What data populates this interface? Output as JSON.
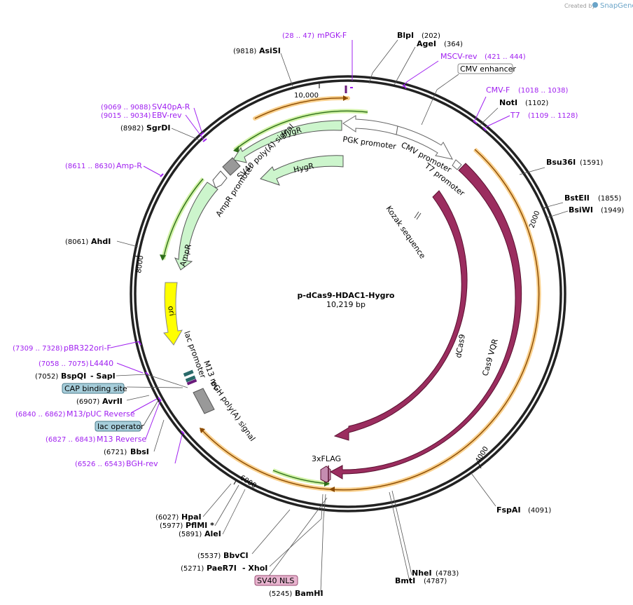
{
  "credit": {
    "prefix": "Created by",
    "brand": "SnapGene"
  },
  "plasmid": {
    "name": "p-dCas9-HDAC1-Hygro",
    "length": "10,219 bp"
  },
  "ticks": [
    "10,000",
    "2000",
    "4000",
    "6000",
    "8000"
  ],
  "sites": [
    {
      "name": "BlpI",
      "pos": "(202)"
    },
    {
      "name": "AgeI",
      "pos": "(364)"
    },
    {
      "name": "NotI",
      "pos": "(1102)"
    },
    {
      "name": "Bsu36I",
      "pos": "(1591)"
    },
    {
      "name": "BstEII",
      "pos": "(1855)"
    },
    {
      "name": "BsiWI",
      "pos": "(1949)"
    },
    {
      "name": "FspAI",
      "pos": "(4091)"
    },
    {
      "name": "NheI",
      "pos": "(4783)"
    },
    {
      "name": "BmtI",
      "pos": "(4787)"
    },
    {
      "name": "BamHI",
      "pos": "(5245)"
    },
    {
      "name": "PaeR7I",
      "pos": "(5271)",
      "extra": "- XhoI"
    },
    {
      "name": "BbvCI",
      "pos": "(5537)"
    },
    {
      "name": "AleI",
      "pos": "(5891)"
    },
    {
      "name": "PflMI *",
      "pos": "(5977)"
    },
    {
      "name": "HpaI",
      "pos": "(6027)"
    },
    {
      "name": "BbsI",
      "pos": "(6721)"
    },
    {
      "name": "AvrII",
      "pos": "(6907)"
    },
    {
      "name": "BspQI",
      "pos": "(7052)",
      "extra": "- SapI"
    },
    {
      "name": "AhdI",
      "pos": "(8061)"
    },
    {
      "name": "SgrDI",
      "pos": "(8982)"
    },
    {
      "name": "AsiSI",
      "pos": "(9818)"
    }
  ],
  "primers": [
    {
      "name": "mPGK-F",
      "pos": "(28 .. 47)"
    },
    {
      "name": "MSCV-rev",
      "pos": "(421 .. 444)"
    },
    {
      "name": "CMV-F",
      "pos": "(1018 .. 1038)"
    },
    {
      "name": "T7",
      "pos": "(1109 .. 1128)"
    },
    {
      "name": "SV40pA-R",
      "pos": "(9069 .. 9088)"
    },
    {
      "name": "EBV-rev",
      "pos": "(9015 .. 9034)"
    },
    {
      "name": "Amp-R",
      "pos": "(8611 .. 8630)"
    },
    {
      "name": "pBR322ori-F",
      "pos": "(7309 .. 7328)"
    },
    {
      "name": "L4440",
      "pos": "(7058 .. 7075)"
    },
    {
      "name": "M13/pUC Reverse",
      "pos": "(6840 .. 6862)"
    },
    {
      "name": "M13 Reverse",
      "pos": "(6827 .. 6843)"
    },
    {
      "name": "BGH-rev",
      "pos": "(6526 .. 6543)"
    }
  ],
  "boxes": {
    "cmv_enhancer": "CMV enhancer",
    "cap_binding": "CAP binding site",
    "lac_operator": "lac operator",
    "sv40_nls": "SV40 NLS"
  },
  "features": {
    "pgk_promoter": "PGK promoter",
    "cmv_promoter": "CMV promoter",
    "t7_promoter": "T7 promoter",
    "kozak": "Kozak sequence",
    "dcas9": "dCas9",
    "cas9_vqr": "Cas9 VQR",
    "flag": "3xFLAG",
    "hygr_1": "HygR",
    "hygr_2": "HygR",
    "sv40_polya": "SV40 poly(A) signal",
    "ampr_promoter": "AmpR promoter",
    "ampr": "AmpR",
    "ori": "ori",
    "lac_promoter": "lac promoter",
    "m13_rev": "M13 rev",
    "bgh_polya": "bGH poly(A) signal"
  },
  "colors": {
    "backbone": "#222222",
    "orf_orange": "#f5b041",
    "orf_green": "#4a9a2a",
    "cds_maroon": "#9b2d5f",
    "hygr_fill": "#ccf5cc",
    "ori_fill": "#ffff00",
    "primer": "#a020f0",
    "box_blue": "#a7cedb",
    "box_pink": "#e8b4cf"
  }
}
